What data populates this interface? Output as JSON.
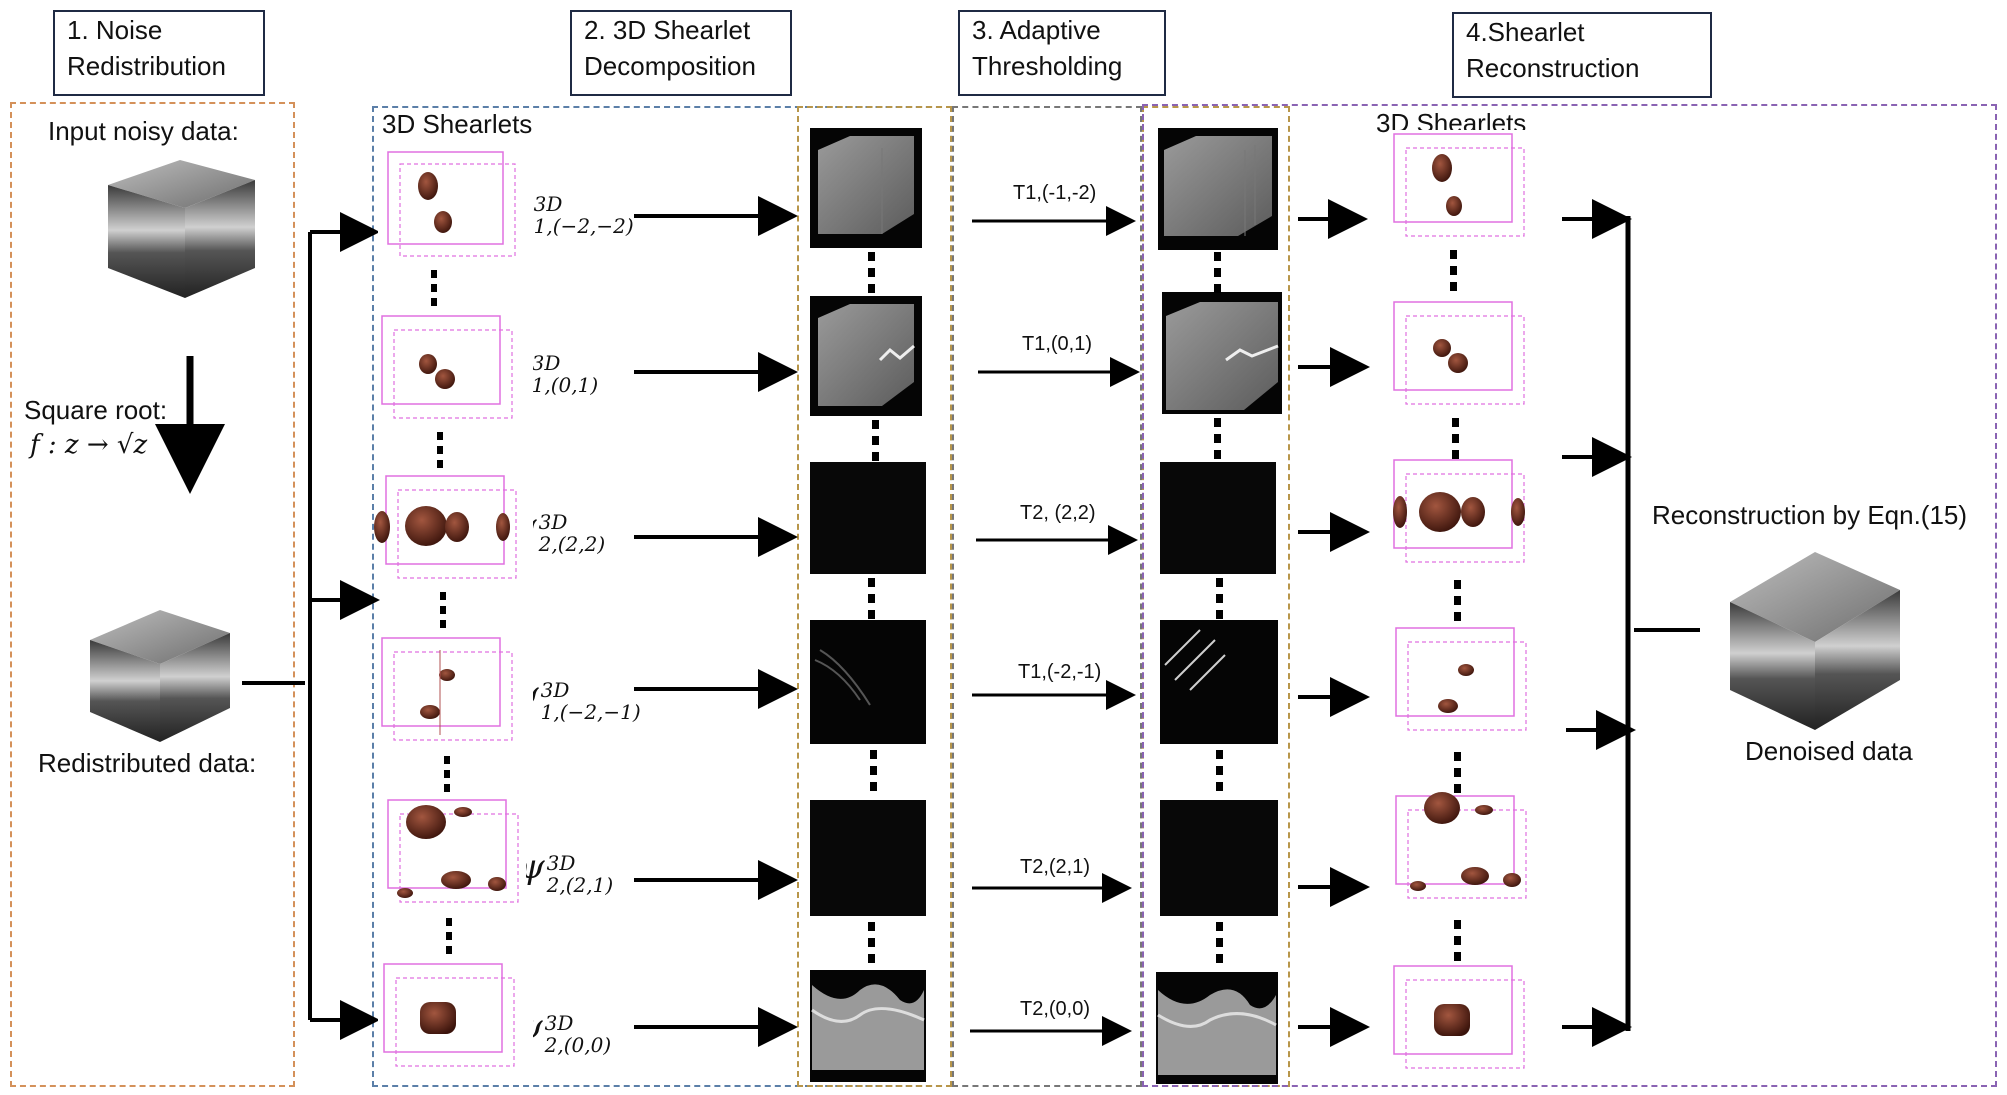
{
  "stages": {
    "noise": "1.   Noise\nRedistribution",
    "decomposition": "2. 3D Shearlet\nDecomposition",
    "thresholding": "3. Adaptive\nThresholding",
    "reconstruction": "4.Shearlet\nReconstruction"
  },
  "labels": {
    "input": "Input noisy data:",
    "square_root": "Square root:",
    "formula": "f : z → √z",
    "redistributed": "Redistributed data:",
    "shearlets_left": "3D Shearlets",
    "shearlets_right": "3D Shearlets",
    "reconstruction_eqn": "Reconstruction by Eqn.(15)",
    "denoised": "Denoised data"
  },
  "rows": [
    {
      "psi_sup": "3D",
      "psi_sub": "1,(−2,−2)",
      "threshold": "T1,(-1,-2)"
    },
    {
      "psi_sup": "3D",
      "psi_sub": "1,(0,1)",
      "threshold": "T1,(0,1)"
    },
    {
      "psi_sup": "3D",
      "psi_sub": "2,(2,2)",
      "threshold": "T2, (2,2)"
    },
    {
      "psi_sup": "3D",
      "psi_sub": "1,(−2,−1)",
      "threshold": "T1,(-2,-1)"
    },
    {
      "psi_sup": "3D",
      "psi_sub": "2,(2,1)",
      "threshold": "T2,(2,1)"
    },
    {
      "psi_sup": "3D",
      "psi_sub": "2,(0,0)",
      "threshold": "T2,(0,0)"
    }
  ],
  "colors": {
    "orange_dash": "#d4915a",
    "blue_dash": "#5b7fa8",
    "tan_dash": "#b8964a",
    "gray_dash": "#777777",
    "purple_dash": "#8a63b3",
    "blob": "#5a2418"
  }
}
